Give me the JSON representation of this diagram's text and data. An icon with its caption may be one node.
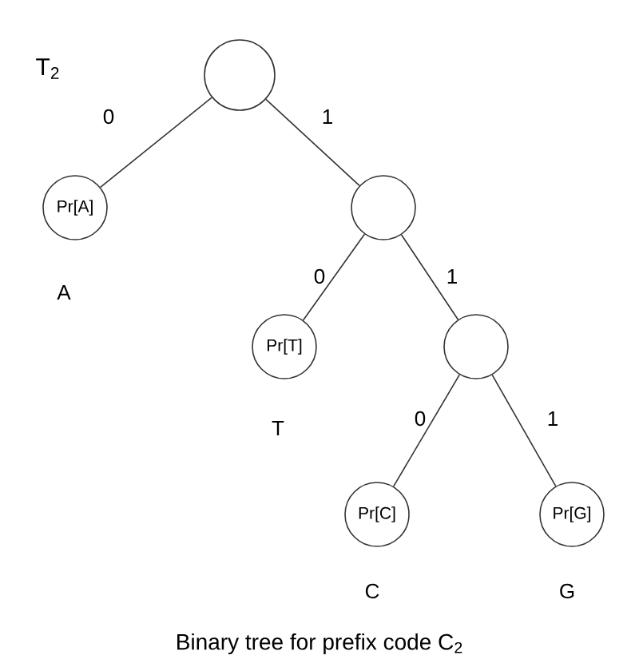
{
  "diagram": {
    "caption": "Binary tree for prefix code C$_{2}$",
    "nodes": [
      {
        "text": [],
        "shape": "circle"
      },
      {
        "text": [
          "Pr[A]"
        ],
        "beside": [
          "A"
        ]
      },
      {
        "text": [],
        "shape": "circle"
      },
      {
        "text": [
          "Pr[T]"
        ],
        "beside": [
          "T"
        ]
      },
      {
        "text": [],
        "shape": "circle"
      },
      {
        "text": [
          "Pr[C]"
        ],
        "beside": [
          "C"
        ]
      },
      {
        "text": [
          "Pr[G]"
        ],
        "beside": [
          "G"
        ]
      }
    ],
    "edges": [
      {
        "from": 0,
        "to": 1,
        "arrow": "none",
        "label": "0"
      },
      {
        "from": 0,
        "to": 2,
        "arrow": "none",
        "label": "1"
      },
      {
        "from": 2,
        "to": 3,
        "arrow": "none",
        "label": "0"
      },
      {
        "from": 2,
        "to": 4,
        "arrow": "none",
        "label": "1"
      },
      {
        "from": 4,
        "to": 5,
        "arrow": "none",
        "label": "0"
      },
      {
        "from": 4,
        "to": 6,
        "arrow": "none",
        "label": "1"
      }
    ],
    "labels": [
      "T$_{2}$"
    ]
  }
}
